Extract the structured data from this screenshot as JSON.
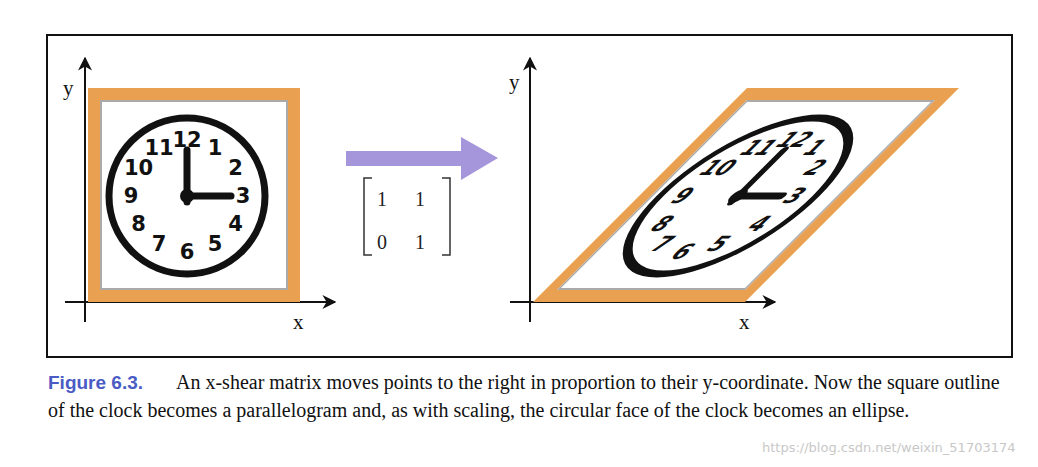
{
  "diagram": {
    "caption": "An x-shear matrix moves points to the right in proportion to their y-coordinate. Now the square outline of the clock becomes a parallelogram and, as with scaling, the circular face of the clock becomes an ellipse.",
    "nodes": [
      {
        "text": [
          "12",
          "1",
          "2",
          "3",
          "4",
          "5",
          "6",
          "7",
          "8",
          "9",
          "10",
          "11"
        ]
      },
      {
        "text": [
          "12",
          "1",
          "2",
          "3",
          "4",
          "5",
          "6",
          "7",
          "8",
          "9",
          "10",
          "11"
        ]
      }
    ],
    "labels": [
      "y",
      "x",
      "1",
      "1",
      "0",
      "1",
      "y",
      "x",
      "Figure 6.3.",
      "https://blog.csdn.net/weixin_51703174"
    ]
  }
}
